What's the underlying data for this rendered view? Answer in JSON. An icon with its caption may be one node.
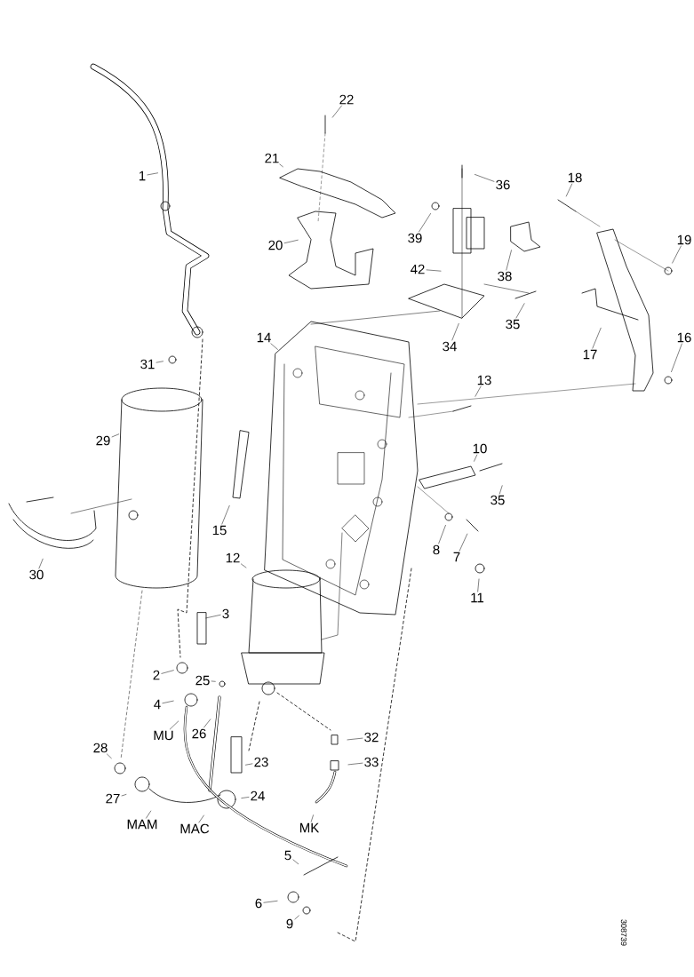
{
  "diagram": {
    "nodes": [
      {
        "text": [
          "1"
        ]
      },
      {
        "text": [
          "22"
        ]
      },
      {
        "text": [
          "21"
        ]
      },
      {
        "text": [
          "36"
        ]
      },
      {
        "text": [
          "18"
        ]
      },
      {
        "text": [
          "39"
        ]
      },
      {
        "text": [
          "20"
        ]
      },
      {
        "text": [
          "42"
        ]
      },
      {
        "text": [
          "38"
        ]
      },
      {
        "text": [
          "19"
        ]
      },
      {
        "text": [
          "35"
        ]
      },
      {
        "text": [
          "34"
        ]
      },
      {
        "text": [
          "17"
        ]
      },
      {
        "text": [
          "14"
        ]
      },
      {
        "text": [
          "16"
        ]
      },
      {
        "text": [
          "31"
        ]
      },
      {
        "text": [
          "13"
        ]
      },
      {
        "text": [
          "29"
        ]
      },
      {
        "text": [
          "10"
        ]
      },
      {
        "text": [
          "35"
        ]
      },
      {
        "text": [
          "15"
        ]
      },
      {
        "text": [
          "8"
        ]
      },
      {
        "text": [
          "7"
        ]
      },
      {
        "text": [
          "11"
        ]
      },
      {
        "text": [
          "30"
        ]
      },
      {
        "text": [
          "12"
        ]
      },
      {
        "text": [
          "3"
        ]
      },
      {
        "text": [
          "2"
        ]
      },
      {
        "text": [
          "25"
        ]
      },
      {
        "text": [
          "4"
        ]
      },
      {
        "text": [
          "26"
        ]
      },
      {
        "text": [
          "MU"
        ]
      },
      {
        "text": [
          "32"
        ]
      },
      {
        "text": [
          "28"
        ]
      },
      {
        "text": [
          "23"
        ]
      },
      {
        "text": [
          "33"
        ]
      },
      {
        "text": [
          "27"
        ]
      },
      {
        "text": [
          "24"
        ]
      },
      {
        "text": [
          "MAM"
        ]
      },
      {
        "text": [
          "MAC"
        ]
      },
      {
        "text": [
          "MK"
        ]
      },
      {
        "text": [
          "5"
        ]
      },
      {
        "text": [
          "6"
        ]
      },
      {
        "text": [
          "9"
        ]
      }
    ],
    "edges": [
      {
        "from": 0,
        "to": null,
        "arrow": "none"
      },
      {
        "from": 1,
        "to": null,
        "arrow": "none"
      },
      {
        "from": 2,
        "to": null,
        "arrow": "none"
      },
      {
        "from": 3,
        "to": null,
        "arrow": "none"
      },
      {
        "from": 4,
        "to": null,
        "arrow": "none"
      },
      {
        "from": 5,
        "to": null,
        "arrow": "none"
      },
      {
        "from": 6,
        "to": null,
        "arrow": "none"
      },
      {
        "from": 7,
        "to": null,
        "arrow": "none"
      },
      {
        "from": 8,
        "to": null,
        "arrow": "none"
      },
      {
        "from": 9,
        "to": null,
        "arrow": "none"
      },
      {
        "from": 10,
        "to": null,
        "arrow": "none"
      },
      {
        "from": 11,
        "to": null,
        "arrow": "none"
      },
      {
        "from": 12,
        "to": null,
        "arrow": "none"
      },
      {
        "from": 13,
        "to": null,
        "arrow": "none"
      },
      {
        "from": 14,
        "to": null,
        "arrow": "none"
      },
      {
        "from": 15,
        "to": null,
        "arrow": "none"
      },
      {
        "from": 16,
        "to": null,
        "arrow": "none"
      },
      {
        "from": 17,
        "to": null,
        "arrow": "none"
      },
      {
        "from": 18,
        "to": null,
        "arrow": "none"
      },
      {
        "from": 19,
        "to": null,
        "arrow": "none"
      },
      {
        "from": 20,
        "to": null,
        "arrow": "none"
      },
      {
        "from": 21,
        "to": null,
        "arrow": "none"
      },
      {
        "from": 22,
        "to": null,
        "arrow": "none"
      },
      {
        "from": 23,
        "to": null,
        "arrow": "none"
      },
      {
        "from": 24,
        "to": null,
        "arrow": "none"
      },
      {
        "from": 25,
        "to": null,
        "arrow": "none"
      },
      {
        "from": 26,
        "to": null,
        "arrow": "none"
      },
      {
        "from": 27,
        "to": null,
        "arrow": "none"
      },
      {
        "from": 28,
        "to": null,
        "arrow": "none"
      },
      {
        "from": 29,
        "to": null,
        "arrow": "none"
      },
      {
        "from": 30,
        "to": null,
        "arrow": "none"
      },
      {
        "from": 31,
        "to": null,
        "arrow": "none"
      },
      {
        "from": 32,
        "to": null,
        "arrow": "none"
      },
      {
        "from": 33,
        "to": null,
        "arrow": "none"
      },
      {
        "from": 34,
        "to": null,
        "arrow": "none"
      },
      {
        "from": 35,
        "to": null,
        "arrow": "none"
      },
      {
        "from": 36,
        "to": null,
        "arrow": "none"
      },
      {
        "from": 37,
        "to": null,
        "arrow": "none"
      },
      {
        "from": 38,
        "to": null,
        "arrow": "none"
      },
      {
        "from": 39,
        "to": null,
        "arrow": "none"
      },
      {
        "from": 40,
        "to": null,
        "arrow": "none"
      },
      {
        "from": 41,
        "to": null,
        "arrow": "none"
      },
      {
        "from": 42,
        "to": null,
        "arrow": "none"
      },
      {
        "from": 43,
        "to": null,
        "arrow": "none"
      }
    ],
    "labels": [
      "308739"
    ]
  }
}
